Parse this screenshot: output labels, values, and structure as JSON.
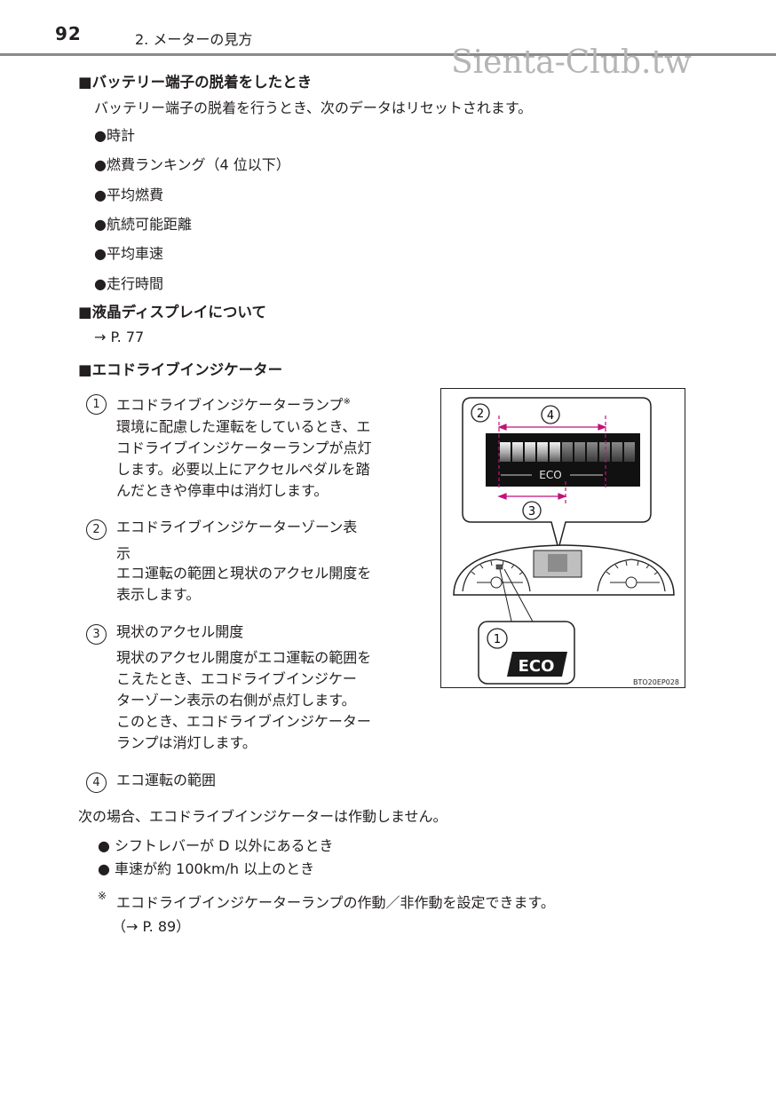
{
  "header": {
    "page_number": "92",
    "chapter": "2. メーターの見方",
    "watermark": "Sienta-Club.tw"
  },
  "sections": {
    "battery": {
      "heading": "■バッテリー端子の脱着をしたとき",
      "intro": "バッテリー端子の脱着を行うとき、次のデータはリセットされます。",
      "items": [
        "●時計",
        "●燃費ランキング（4 位以下）",
        "●平均燃費",
        "●航続可能距離",
        "●平均車速",
        "●走行時間"
      ]
    },
    "lcd": {
      "heading": "■液晶ディスプレイについて",
      "ref": "→ P. 77"
    },
    "eco": {
      "heading": "■エコドライブインジケーター",
      "callouts": [
        {
          "num": "1",
          "title": "エコドライブインジケーターランプ",
          "mark": "※",
          "lines": [
            "環境に配慮した運転をしているとき、エ",
            "コドライブインジケーターランプが点灯",
            "します。必要以上にアクセルペダルを踏",
            "んだときや停車中は消灯します。"
          ]
        },
        {
          "num": "2",
          "title": "エコドライブインジケーターゾーン表",
          "title2": "示",
          "lines": [
            "エコ運転の範囲と現状のアクセル開度を",
            "表示します。"
          ]
        },
        {
          "num": "3",
          "title": "現状のアクセル開度",
          "lines": [
            "現状のアクセル開度がエコ運転の範囲を",
            "こえたとき、エコドライブインジケー",
            "ターゾーン表示の右側が点灯します。",
            "このとき、エコドライブインジケーター",
            "ランプは消灯します。"
          ]
        },
        {
          "num": "4",
          "title": "エコ運転の範囲"
        }
      ],
      "note_intro": "次の場合、エコドライブインジケーターは作動しません。",
      "conditions": [
        "● シフトレバーが D 以外にあるとき",
        "● 車速が約 100km/h 以上のとき"
      ],
      "footnote_mark": "※",
      "footnote": "エコドライブインジケーターランプの作動／非作動を設定できます。",
      "footnote_ref": "（→ P. 89）"
    }
  },
  "figure": {
    "zone_label": "ECO",
    "lamp_label": "ECO",
    "figure_code": "BTO20EP028",
    "labels": [
      "1",
      "2",
      "3",
      "4"
    ]
  }
}
